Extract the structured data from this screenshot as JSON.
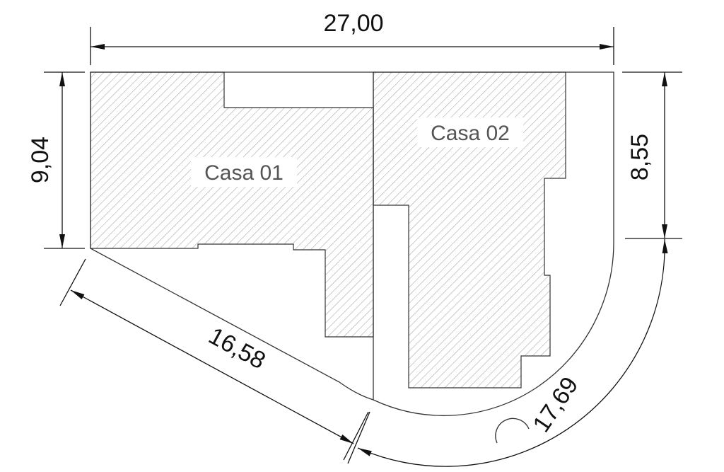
{
  "dimensions": {
    "top": "27,00",
    "left": "9,04",
    "right": "8,55",
    "diagonal": "16,58",
    "arc": "17,69"
  },
  "buildings": [
    {
      "label": "Casa  01"
    },
    {
      "label": "Casa  02"
    }
  ],
  "colors": {
    "line": "#333333",
    "hatch": "#9a9a9a",
    "label": "#555555"
  }
}
